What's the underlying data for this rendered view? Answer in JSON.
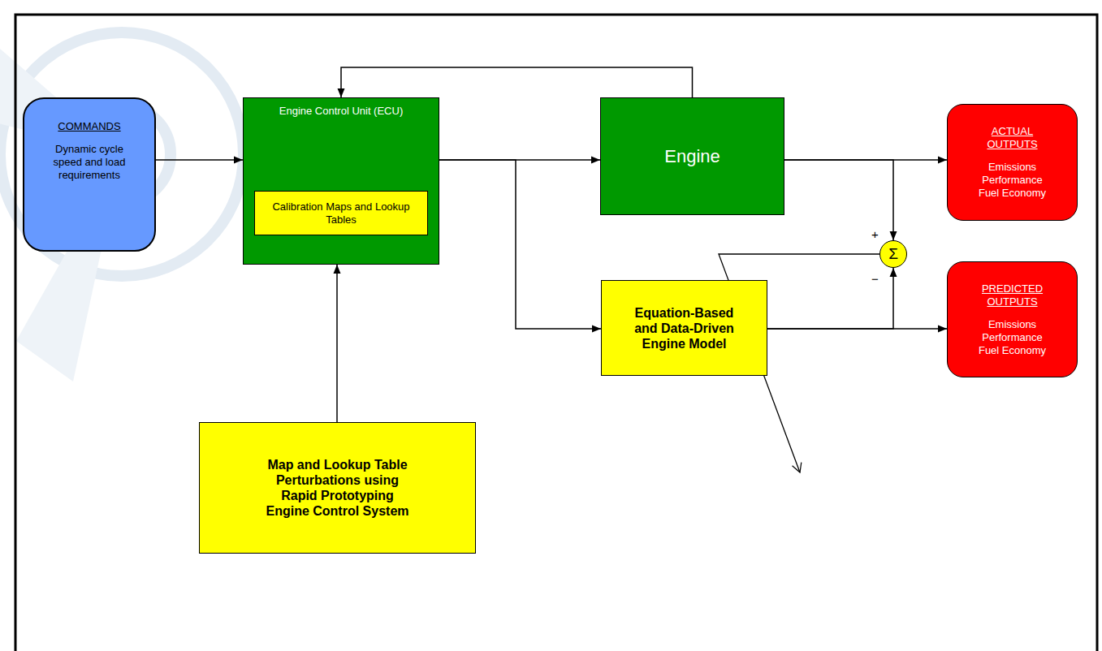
{
  "diagram": {
    "nodes": [
      {
        "text": [
          "COMMANDS",
          "Dynamic cycle speed and load requirements"
        ]
      },
      {
        "text": [
          "Engine Control Unit (ECU)"
        ]
      },
      {
        "text": [
          "Calibration Maps and Lookup Tables"
        ],
        "in": 1
      },
      {
        "text": [
          "Engine"
        ]
      },
      {
        "text": [
          "ACTUAL OUTPUTS",
          "Emissions Performance Fuel Economy"
        ]
      },
      {
        "text": [
          "Σ"
        ]
      },
      {
        "text": [
          "Equation-Based and Data-Driven Engine Model"
        ]
      },
      {
        "text": [
          "PREDICTED OUTPUTS",
          "Emissions Performance Fuel Economy"
        ]
      },
      {
        "text": [
          "Map and Lookup Table Perturbations using Rapid Prototyping Engine Control System"
        ]
      }
    ],
    "edges": [
      {
        "from": 0,
        "to": 1,
        "arrow": "to"
      },
      {
        "from": 1,
        "to": 3,
        "arrow": "to"
      },
      {
        "from": 1,
        "to": 6,
        "arrow": "to"
      },
      {
        "from": 3,
        "to": 1,
        "arrow": "to"
      },
      {
        "from": 3,
        "to": 4,
        "arrow": "to"
      },
      {
        "from": 3,
        "to": 5,
        "arrow": "to"
      },
      {
        "from": 6,
        "to": 7,
        "arrow": "to"
      },
      {
        "from": 6,
        "to": 5,
        "arrow": "to"
      },
      {
        "from": 8,
        "to": 1,
        "arrow": "to"
      }
    ],
    "labels": [
      "+",
      "−"
    ]
  }
}
